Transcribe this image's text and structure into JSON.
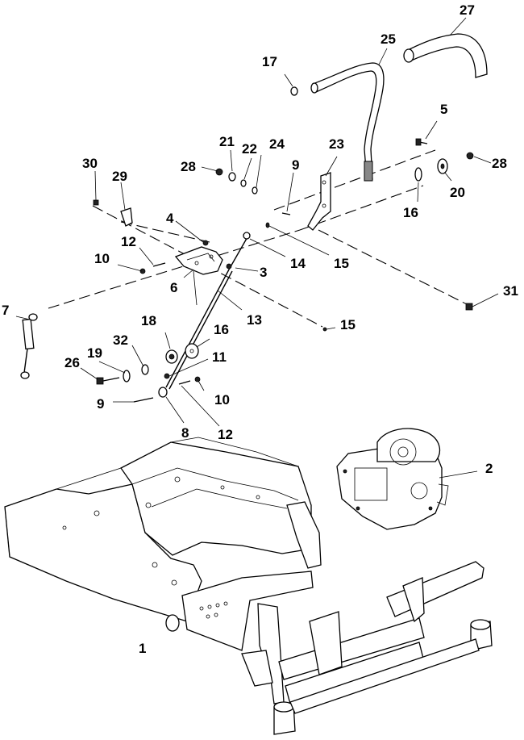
{
  "callouts": [
    {
      "id": "c1",
      "label": "1"
    },
    {
      "id": "c2",
      "label": "2"
    },
    {
      "id": "c3",
      "label": "3"
    },
    {
      "id": "c4",
      "label": "4"
    },
    {
      "id": "c5",
      "label": "5"
    },
    {
      "id": "c6",
      "label": "6"
    },
    {
      "id": "c7",
      "label": "7"
    },
    {
      "id": "c8",
      "label": "8"
    },
    {
      "id": "c9a",
      "label": "9"
    },
    {
      "id": "c9b",
      "label": "9"
    },
    {
      "id": "c10a",
      "label": "10"
    },
    {
      "id": "c10b",
      "label": "10"
    },
    {
      "id": "c11",
      "label": "11"
    },
    {
      "id": "c12a",
      "label": "12"
    },
    {
      "id": "c12b",
      "label": "12"
    },
    {
      "id": "c13",
      "label": "13"
    },
    {
      "id": "c14",
      "label": "14"
    },
    {
      "id": "c15a",
      "label": "15"
    },
    {
      "id": "c15b",
      "label": "15"
    },
    {
      "id": "c16a",
      "label": "16"
    },
    {
      "id": "c16b",
      "label": "16"
    },
    {
      "id": "c17",
      "label": "17"
    },
    {
      "id": "c18",
      "label": "18"
    },
    {
      "id": "c19",
      "label": "19"
    },
    {
      "id": "c20",
      "label": "20"
    },
    {
      "id": "c21",
      "label": "21"
    },
    {
      "id": "c22",
      "label": "22"
    },
    {
      "id": "c23",
      "label": "23"
    },
    {
      "id": "c24",
      "label": "24"
    },
    {
      "id": "c25",
      "label": "25"
    },
    {
      "id": "c26",
      "label": "26"
    },
    {
      "id": "c27",
      "label": "27"
    },
    {
      "id": "c28a",
      "label": "28"
    },
    {
      "id": "c28b",
      "label": "28"
    },
    {
      "id": "c29",
      "label": "29"
    },
    {
      "id": "c30",
      "label": "30"
    },
    {
      "id": "c31",
      "label": "31"
    },
    {
      "id": "c32",
      "label": "32"
    }
  ]
}
